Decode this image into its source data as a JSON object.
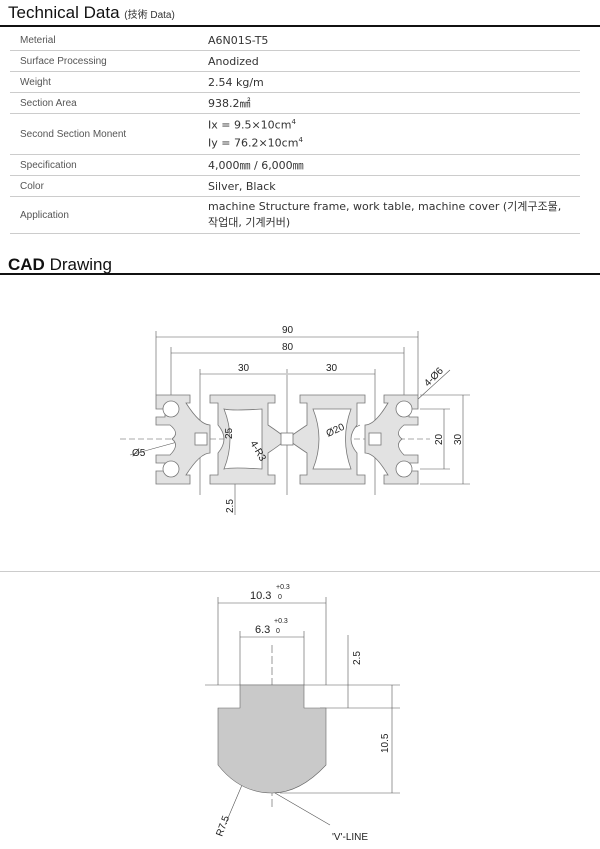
{
  "tech": {
    "title": "Technical",
    "title2": "Data",
    "sub": "(技術 Data)"
  },
  "rows": [
    {
      "label": "Meterial",
      "value": "A6N01S-T5"
    },
    {
      "label": "Surface Processing",
      "value": "Anodized"
    },
    {
      "label": "Weight",
      "value": "2.54 kg/m"
    },
    {
      "label": "Section Area",
      "value": "938.2㎟"
    },
    {
      "label": "Second Section Monent",
      "value": "Ix = 9.5×10cm",
      "value2": "Iy = 76.2×10cm",
      "exp": "4"
    },
    {
      "label": "Specification",
      "value": "4,000㎜ / 6,000㎜"
    },
    {
      "label": "Color",
      "value": "Silver, Black"
    },
    {
      "label": "Application",
      "value": "machine Structure frame, work table, machine cover (기계구조물, 작업대, 기계커버)"
    }
  ],
  "cad": {
    "title": "CAD",
    "title2": "Drawing"
  },
  "drawing1": {
    "d90": "90",
    "d80": "80",
    "d30a": "30",
    "d30b": "30",
    "d46": "4-Ø6",
    "d5": "Ø5",
    "d25": "25",
    "r3": "4-R3",
    "d20c": "Ø20",
    "d20": "20",
    "d30v": "30",
    "d25b": "2.5"
  },
  "drawing2": {
    "w1": "10.3",
    "w1tol": "+0.3",
    "w1tol0": "0",
    "w2": "6.3",
    "w2tol": "+0.3",
    "w2tol0": "0",
    "h1": "2.5",
    "h2": "10.5",
    "r": "R7.5",
    "vline": "'V'-LINE"
  }
}
